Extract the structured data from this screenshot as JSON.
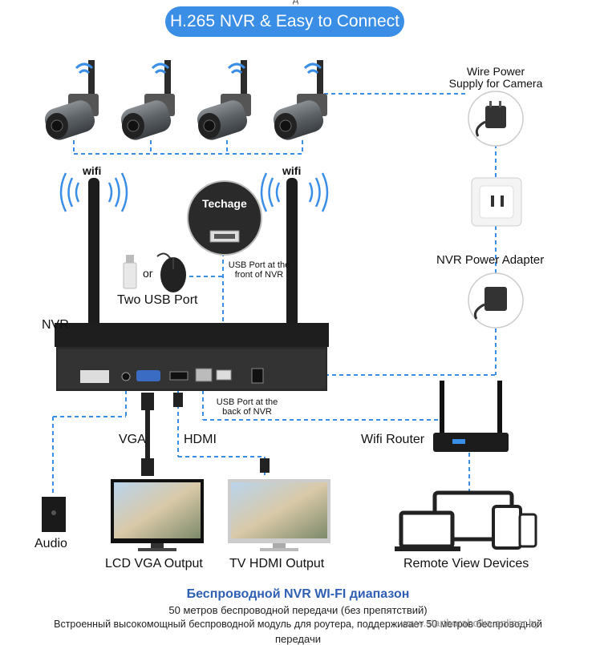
{
  "title": "H.265 NVR & Easy to Connect",
  "top_char": "д",
  "labels": {
    "wire_power": "Wire Power\nSupply for Camera",
    "wifi_left": "wifi",
    "wifi_right": "wifi",
    "brand": "Techage",
    "usb_front": "USB Port at the\nfront of NVR",
    "nvr_adapter": "NVR Power Adapter",
    "or": "or",
    "two_usb": "Two USB Port",
    "nvr": "NVR",
    "usb_back": "USB Port at the\nback of NVR",
    "vga": "VGA",
    "hdmi": "HDMI",
    "wifi_router": "Wifi Router",
    "audio": "Audio",
    "lcd_vga": "LCD VGA Output",
    "tv_hdmi": "TV HDMI Output",
    "remote_view": "Remote View Devices"
  },
  "bottom": {
    "heading": "Беспроводной NVR WI-FI диапазон",
    "line1": "50 метров беспроводной передачи (без препятствий)",
    "line2": "Встроенный высокомощный беспроводной модуль для роутера, поддерживает 50 метров беспроводной",
    "line3": "передачи"
  },
  "watermark": "www.startbaraholka.onliner.by",
  "colors": {
    "accent": "#3a8ee6",
    "dashed": "#3a8ee6",
    "heading": "#2f5fb3"
  }
}
